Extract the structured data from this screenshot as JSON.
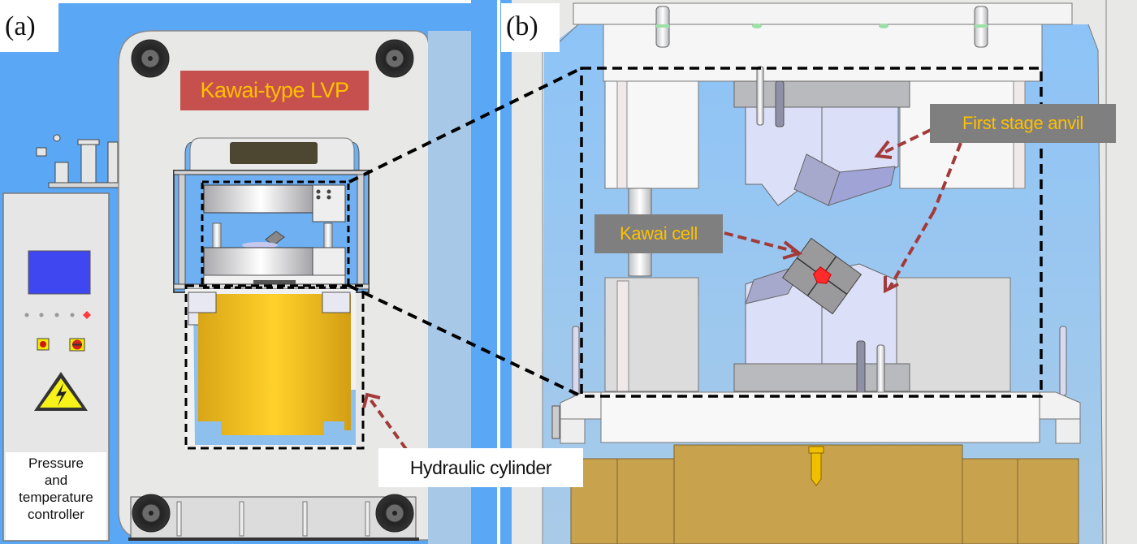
{
  "figure": {
    "panels": [
      {
        "id": "a",
        "tag": "(a)"
      },
      {
        "id": "b",
        "tag": "(b)"
      }
    ]
  },
  "panel_a": {
    "title_callout": "Kawai-type LVP",
    "controller_label": [
      "Pressure",
      "and",
      "temperature",
      "controller"
    ],
    "hydraulic_label": "Hydraulic cylinder",
    "controller_indicator_lights": 5,
    "controller_buttons": [
      "stop-button",
      "selector-switch"
    ],
    "warning_icon": "high-voltage-warning-icon"
  },
  "panel_b": {
    "first_stage_label": "First stage anvil",
    "kawai_cell_label": "Kawai cell"
  },
  "colors": {
    "background_blue": "#5aa7f5",
    "frame_grey": "#e8e9e7",
    "callout_red": "#c6504e",
    "callout_grey": "#7f7f7f",
    "callout_text": "#ffc000",
    "cylinder_gold": "#f0be20",
    "cylinder_bronze": "#c9a24e",
    "anvil_lavender": "#dcdff8",
    "arrow_red": "#a33a3a",
    "screen_blue": "#3f48f0",
    "cell_red": "#ff2a2a"
  }
}
